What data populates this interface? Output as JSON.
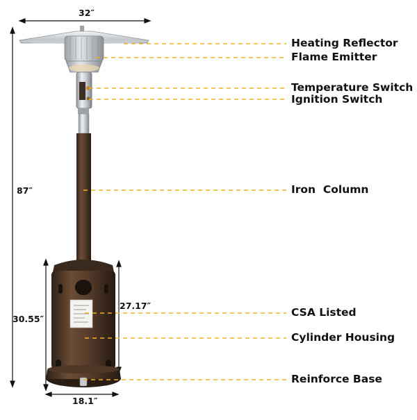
{
  "dimensions": {
    "width": "32″",
    "height": "87″",
    "base_height": "30.55″",
    "housing_height": "27.17″",
    "base_diameter": "18.1″"
  },
  "callouts": [
    {
      "id": "heating-reflector",
      "label": "Heating Reflector"
    },
    {
      "id": "flame-emitter",
      "label": "Flame Emitter"
    },
    {
      "id": "temperature-switch",
      "label": "Temperature Switch"
    },
    {
      "id": "ignition-switch",
      "label": "Ignition Switch"
    },
    {
      "id": "iron-column",
      "label": "Iron  Column"
    },
    {
      "id": "csa-listed",
      "label": "CSA Listed"
    },
    {
      "id": "cylinder-housing",
      "label": "Cylinder Housing"
    },
    {
      "id": "reinforce-base",
      "label": "Reinforce Base"
    }
  ],
  "colors": {
    "leader_line": "#f2b01e",
    "dimension_line": "#111111",
    "body": "#4a3424",
    "steel": "#c9cdd1"
  }
}
